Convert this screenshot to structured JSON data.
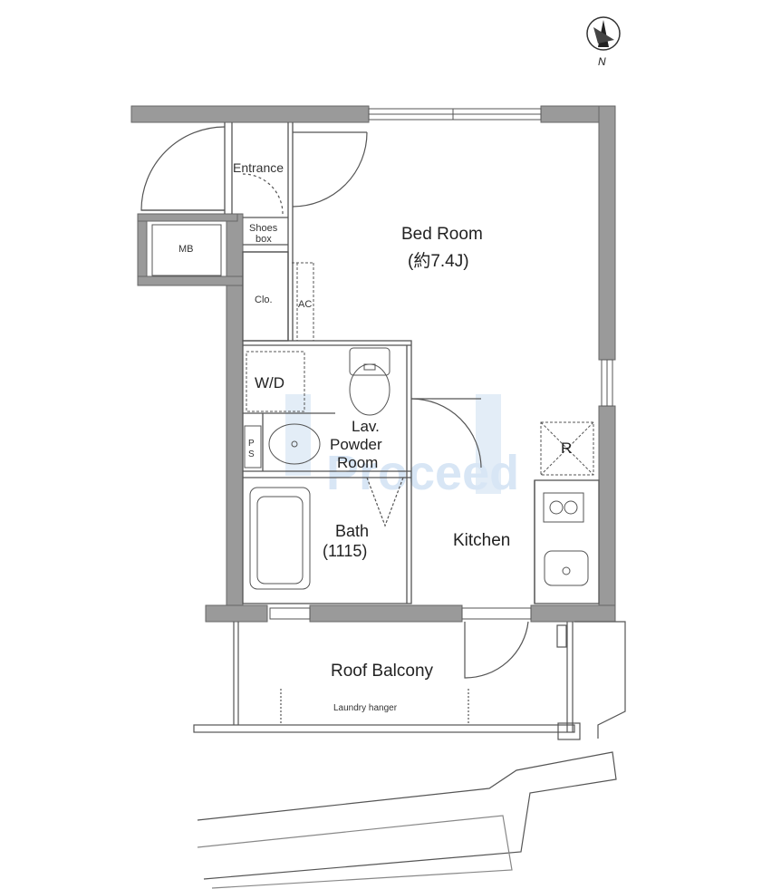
{
  "compass": {
    "label": "N"
  },
  "rooms": {
    "entrance": "Entrance",
    "shoes_box_line1": "Shoes",
    "shoes_box_line2": "box",
    "mb": "MB",
    "clo": "Clo.",
    "ac": "AC",
    "bed_room": "Bed Room",
    "bed_room_size": "(約7.4J)",
    "wd": "W/D",
    "ps_line1": "P",
    "ps_line2": "S",
    "lav_line1": "Lav.",
    "lav_line2": "Powder",
    "lav_line3": "Room",
    "bath": "Bath",
    "bath_size": "(1115)",
    "refrigerator": "R",
    "kitchen": "Kitchen",
    "roof_balcony": "Roof Balcony",
    "laundry_hanger": "Laundry hanger"
  },
  "watermark": {
    "text": "Proceed"
  },
  "colors": {
    "wall": "#9a9a9a",
    "line": "#555555",
    "watermark": "#cfe0f3"
  }
}
